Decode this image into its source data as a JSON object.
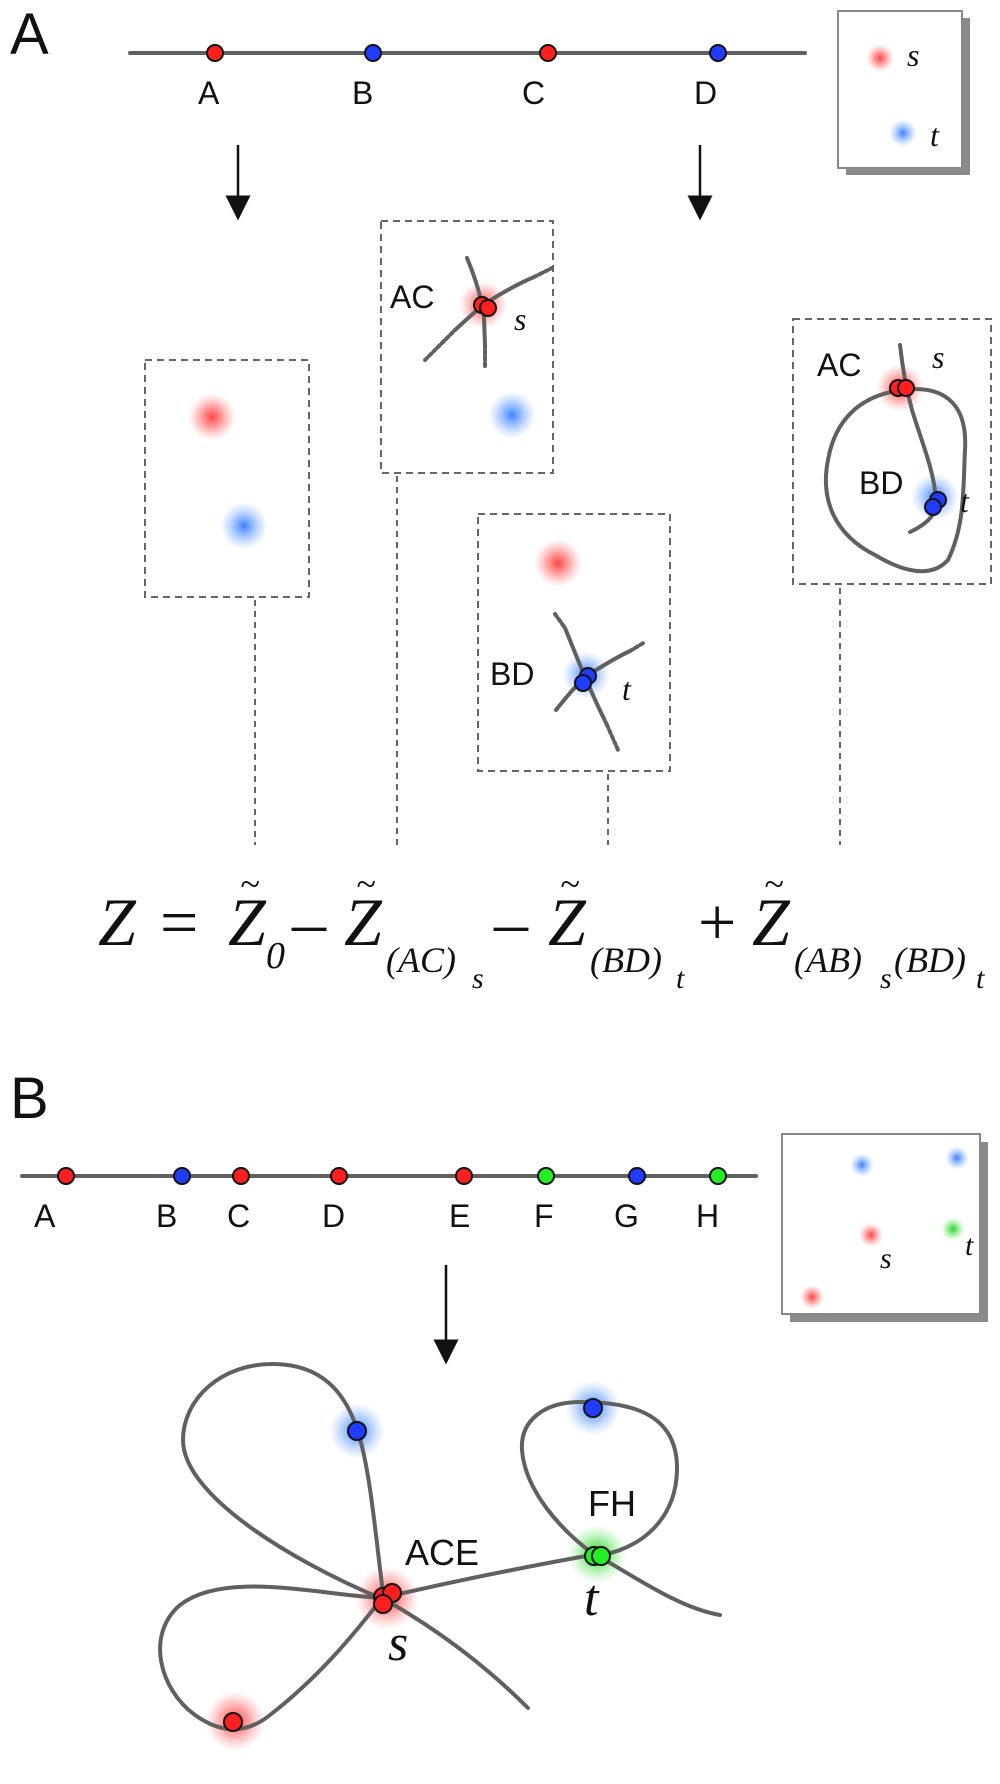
{
  "colors": {
    "red": "#ff1f1f",
    "blue": "#1f3cff",
    "green": "#22ee22",
    "red_glow": "#ff3b3b",
    "blue_glow": "#2f7bff",
    "green_glow": "#22cc22",
    "line": "#606060"
  },
  "panel_a": {
    "letter": "A",
    "points": [
      "A",
      "B",
      "C",
      "D"
    ],
    "legend": {
      "s": "s",
      "t": "t"
    },
    "box2": {
      "pair": "AC",
      "var": "s"
    },
    "box3": {
      "pair": "BD",
      "var": "t"
    },
    "box4": {
      "pair1": "AC",
      "var1": "s",
      "pair2": "BD",
      "var2": "t"
    },
    "equation": {
      "Z": "Z",
      "eq": "=",
      "Z0_sub": "0",
      "minus": "–",
      "plus": "+",
      "t1_sub": "(AC)",
      "t1_subsub": "s",
      "t2_sub": "(BD)",
      "t2_subsub": "t",
      "t3_sub_a": "(AB)",
      "t3_subsub_a": "s",
      "t3_sub_b": "(BD)",
      "t3_subsub_b": "t"
    }
  },
  "panel_b": {
    "letter": "B",
    "points": [
      "A",
      "B",
      "C",
      "D",
      "E",
      "F",
      "G",
      "H"
    ],
    "legend": {
      "s": "s",
      "t": "t"
    },
    "labels": {
      "ace": "ACE",
      "fh": "FH",
      "s": "s",
      "t": "t"
    }
  }
}
